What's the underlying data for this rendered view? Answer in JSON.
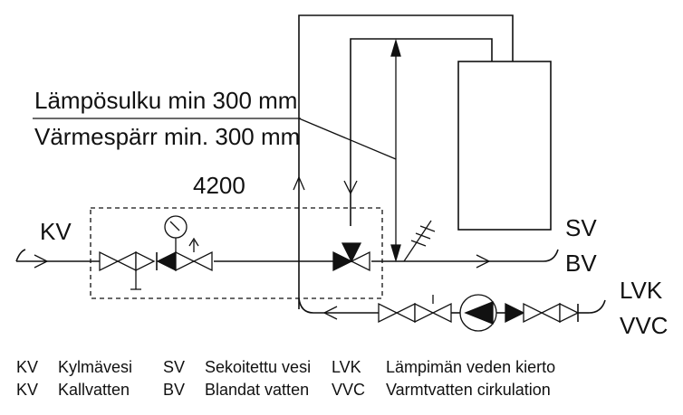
{
  "labels": {
    "insulation_fi": "Lämpösulku min 300 mm",
    "insulation_sv": "Värmespärr min. 300 mm",
    "dimension": "4200",
    "kv": "KV",
    "sv": "SV",
    "bv": "BV",
    "lvk": "LVK",
    "vvc": "VVC"
  },
  "legend": [
    {
      "abbr": "KV",
      "text": "Kylmävesi",
      "abbr2": "SV",
      "text2": "Sekoitettu vesi",
      "abbr3": "LVK",
      "text3": "Lämpimän veden kierto"
    },
    {
      "abbr": "KV",
      "text": "Kallvatten",
      "abbr2": "BV",
      "text2": "Blandat vatten",
      "abbr3": "VVC",
      "text3": "Varmtvatten cirkulation"
    }
  ]
}
